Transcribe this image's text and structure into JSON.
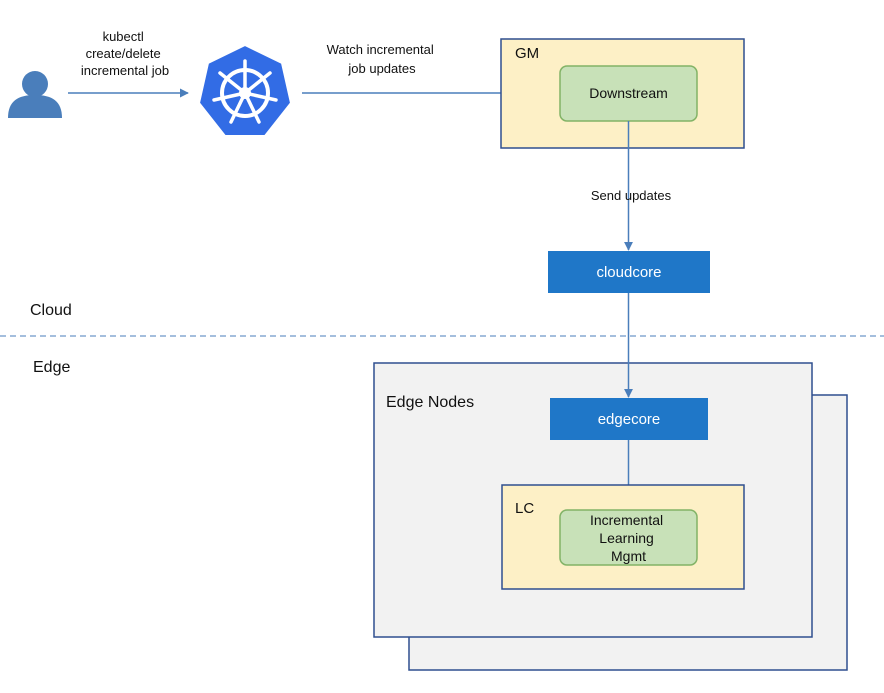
{
  "user_action": {
    "lines": [
      "kubectl",
      "create/delete",
      "incremental job"
    ]
  },
  "watch_label": {
    "lines": [
      "Watch incremental",
      "job updates"
    ]
  },
  "gm": {
    "title": "GM",
    "downstream": "Downstream"
  },
  "send_updates": "Send updates",
  "cloudcore": "cloudcore",
  "zones": {
    "cloud": "Cloud",
    "edge": "Edge"
  },
  "edge_nodes": {
    "title": "Edge Nodes",
    "edgecore": "edgecore"
  },
  "lc": {
    "title": "LC",
    "module_lines": [
      "Incremental",
      "Learning",
      "Mgmt"
    ]
  },
  "colors": {
    "arrow": "#4a7ebb",
    "gm_fill": "#fdf0c6",
    "module_fill": "#c8e1b8",
    "module_stroke": "#82b366",
    "core_fill": "#1f77c8",
    "edge_panel_fill": "#f2f2f2",
    "frame_stroke": "#2f4f8f",
    "k8s_blue": "#326ce5",
    "user_icon": "#4a7ebb"
  },
  "icons": {
    "user": "user-icon",
    "kubernetes": "kubernetes-icon"
  }
}
